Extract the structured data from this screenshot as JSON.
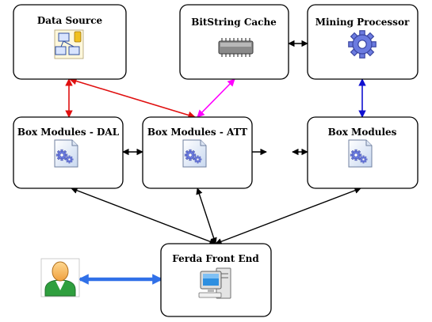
{
  "colors": {
    "background": "#ffffff",
    "box_border": "#000000",
    "edge_default": "#000000",
    "edge_red": "#e01010",
    "edge_magenta": "#ff00ff",
    "edge_blue": "#1010d0",
    "edge_light_blue": "#3070e8"
  },
  "nodes": [
    {
      "id": "data-source",
      "label": "Data Source",
      "icon": "database-schema-icon"
    },
    {
      "id": "bitstring-cache",
      "label": "BitString Cache",
      "icon": "memory-chip-icon"
    },
    {
      "id": "mining-processor",
      "label": "Mining Processor",
      "icon": "gear-icon"
    },
    {
      "id": "box-modules-dal",
      "label": "Box Modules - DAL",
      "icon": "gear-document-icon"
    },
    {
      "id": "box-modules-att",
      "label": "Box Modules - ATT",
      "icon": "gear-document-icon"
    },
    {
      "id": "box-modules",
      "label": "Box Modules",
      "icon": "gear-document-icon"
    },
    {
      "id": "ferda-front-end",
      "label": "Ferda Front End",
      "icon": "computer-icon"
    }
  ],
  "user": {
    "icon": "user-icon"
  },
  "edges": [
    {
      "from": "box-modules-dal",
      "to": "data-source",
      "color": "red",
      "style": "double-arrow"
    },
    {
      "from": "data-source",
      "to": "box-modules-att",
      "color": "red",
      "style": "double-arrow"
    },
    {
      "from": "box-modules-att",
      "to": "bitstring-cache",
      "color": "magenta",
      "style": "double-arrow"
    },
    {
      "from": "bitstring-cache",
      "to": "mining-processor",
      "color": "black",
      "style": "double-arrow"
    },
    {
      "from": "mining-processor",
      "to": "box-modules",
      "color": "blue",
      "style": "double-arrow"
    },
    {
      "from": "box-modules-dal",
      "to": "box-modules-att",
      "color": "black",
      "style": "double-arrow"
    },
    {
      "from": "box-modules-att",
      "to": "box-modules",
      "color": "black",
      "style": "double-arrow-broken"
    },
    {
      "from": "box-modules-dal",
      "to": "ferda-front-end",
      "color": "black",
      "style": "double-arrow"
    },
    {
      "from": "box-modules-att",
      "to": "ferda-front-end",
      "color": "black",
      "style": "double-arrow"
    },
    {
      "from": "box-modules",
      "to": "ferda-front-end",
      "color": "black",
      "style": "double-arrow"
    },
    {
      "from": "user",
      "to": "ferda-front-end",
      "color": "light-blue",
      "style": "thick-double-arrow"
    }
  ]
}
